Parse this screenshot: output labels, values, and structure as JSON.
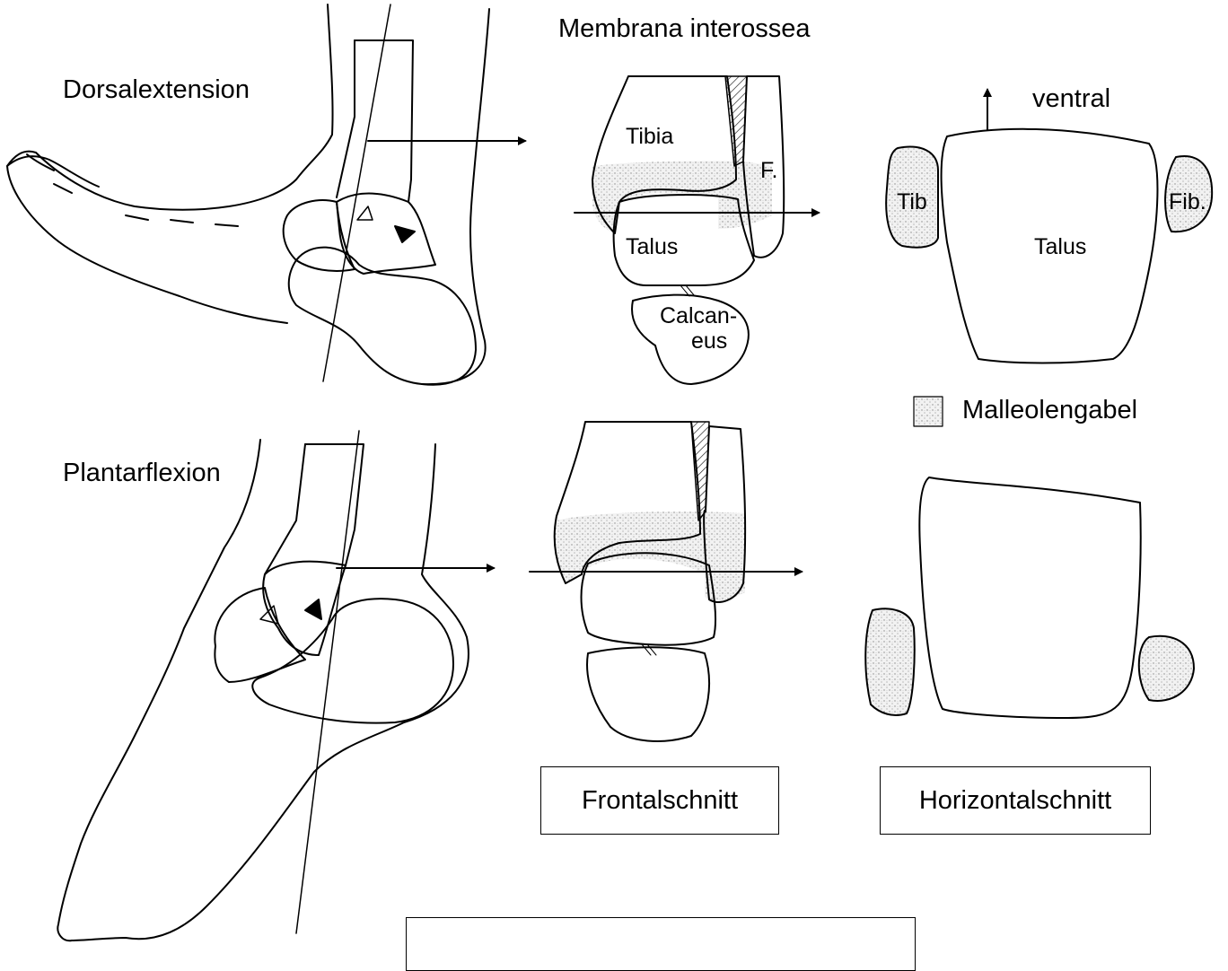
{
  "labels": {
    "dorsalextension": "Dorsalextension",
    "plantarflexion": "Plantarflexion",
    "membrana": "Membrana interossea",
    "ventral": "ventral",
    "tibia": "Tibia",
    "f": "F.",
    "talus_frontal": "Talus",
    "calcaneus_line1": "Calcan-",
    "calcaneus_line2": "eus",
    "tib": "Tib",
    "fib": "Fib.",
    "talus_horizontal": "Talus",
    "malleolengabel": "Malleolengabel"
  },
  "boxes": {
    "frontalschnitt": "Frontalschnitt",
    "horizontalschnitt": "Horizontalschnitt",
    "bottom": ""
  },
  "legend": {
    "fill_style": "stippled"
  }
}
